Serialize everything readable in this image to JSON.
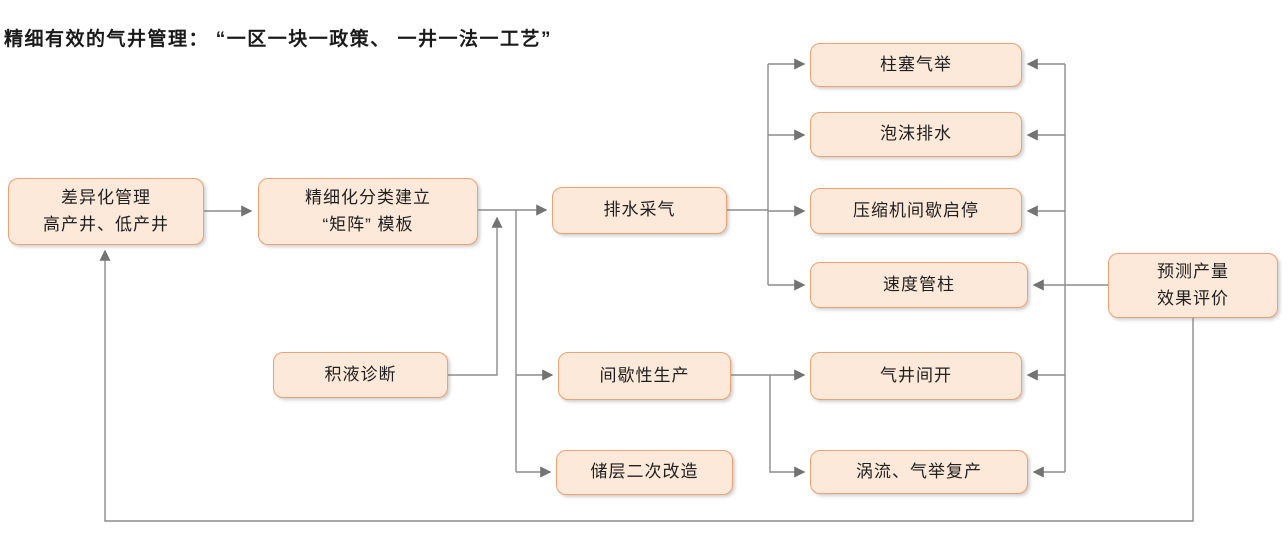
{
  "title": "精细有效的气井管理： “一区一块一政策、 一井一法一工艺”",
  "colors": {
    "box_fill": "#FDE9D9",
    "box_border": "#F0A172",
    "connector_line": "#8C8C8C",
    "arrowhead": "#737373",
    "title_text": "#1A1A1A",
    "background": "#FFFFFF"
  },
  "nodes": [
    {
      "id": "differentiated-management",
      "label": "差异化管理\n高产井、低产井"
    },
    {
      "id": "matrix-template",
      "label": "精细化分类建立\n“矩阵” 模板"
    },
    {
      "id": "drainage-gas-recovery",
      "label": "排水采气"
    },
    {
      "id": "liquid-loading-diagnosis",
      "label": "积液诊断"
    },
    {
      "id": "intermittent-production",
      "label": "间歇性生产"
    },
    {
      "id": "reservoir-restimulation",
      "label": "储层二次改造"
    },
    {
      "id": "plunger-gas-lift",
      "label": "柱塞气举"
    },
    {
      "id": "foam-drainage",
      "label": "泡沫排水"
    },
    {
      "id": "compressor-intermittent-startstop",
      "label": "压缩机间歇启停"
    },
    {
      "id": "velocity-string",
      "label": "速度管柱"
    },
    {
      "id": "well-intermittent-opening",
      "label": "气井间开"
    },
    {
      "id": "vortex-gas-lift-restart",
      "label": "涡流、气举复产"
    },
    {
      "id": "production-forecast-evaluation",
      "label": "预测产量\n效果评价"
    }
  ]
}
